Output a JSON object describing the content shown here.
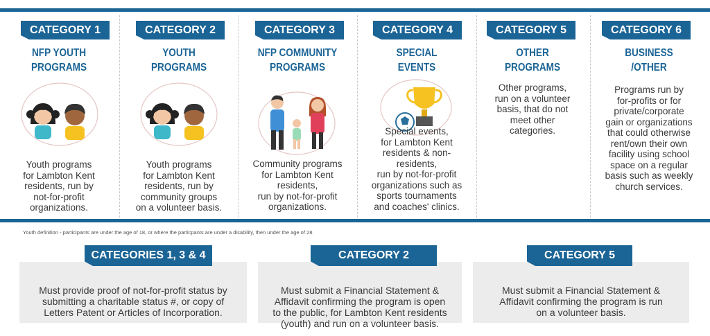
{
  "categories": [
    {
      "label": "CATEGORY 1",
      "title": [
        "NFP YOUTH",
        "PROGRAMS"
      ],
      "illustration": "two-children-icon",
      "desc": [
        "Youth programs",
        "for Lambton Kent",
        "residents, run by",
        "not-for-profit",
        "organizations."
      ]
    },
    {
      "label": "CATEGORY 2",
      "title": [
        "YOUTH",
        "PROGRAMS"
      ],
      "illustration": "two-children-icon",
      "desc": [
        "Youth programs",
        "for Lambton Kent",
        "residents, run by",
        "community groups",
        "on a volunteer basis."
      ]
    },
    {
      "label": "CATEGORY 3",
      "title": [
        "NFP COMMUNITY",
        "PROGRAMS"
      ],
      "illustration": "family-icon",
      "desc": [
        "Community programs",
        "for Lambton Kent",
        "residents,",
        "run by not-for-profit",
        "organizations."
      ]
    },
    {
      "label": "CATEGORY 4",
      "title": [
        "SPECIAL",
        "EVENTS"
      ],
      "illustration": "trophy-ball-icon",
      "desc": [
        "Special events,",
        "for Lambton Kent",
        "residents & non-",
        "residents,",
        "run by not-for-profit",
        "organizations such as",
        "sports tournaments",
        "and coaches' clinics."
      ]
    },
    {
      "label": "CATEGORY 5",
      "title": [
        "OTHER",
        "PROGRAMS"
      ],
      "illustration": "",
      "desc": [
        "Other programs,",
        "run on a volunteer",
        "basis, that do not",
        "meet other",
        "categories."
      ]
    },
    {
      "label": "CATEGORY 6",
      "title": [
        "BUSINESS",
        "/OTHER"
      ],
      "illustration": "",
      "desc": [
        "Programs run by",
        "for-profits or for",
        "private/corporate",
        "gain or organizations",
        "that could otherwise",
        "rent/own their own",
        "facility using school",
        "space on a regular",
        "basis such as weekly",
        "church services."
      ]
    }
  ],
  "note": "Youth definition - participants are under the age of 18, or where the particpants are under a disability, then under the age of 28.",
  "requirements": [
    {
      "label": "CATEGORIES  1, 3 & 4",
      "text": [
        "Must provide proof of not-for-profit status by",
        "submitting a charitable status #, or copy of",
        "Letters Patent or Articles of Incorporation."
      ]
    },
    {
      "label": "CATEGORY 2",
      "text": [
        "Must submit a Financial Statement &",
        "Affidavit confirming the program is open",
        "to the public, for Lambton Kent residents",
        "(youth) and run on a volunteer basis."
      ]
    },
    {
      "label": "CATEGORY 5",
      "text": [
        "Must submit a Financial Statement &",
        "Affidavit confirming the program is run",
        "on a volunteer basis."
      ]
    }
  ],
  "colors": {
    "brand": "#1b6496",
    "text": "#3a3a3a",
    "box": "#ececec"
  }
}
